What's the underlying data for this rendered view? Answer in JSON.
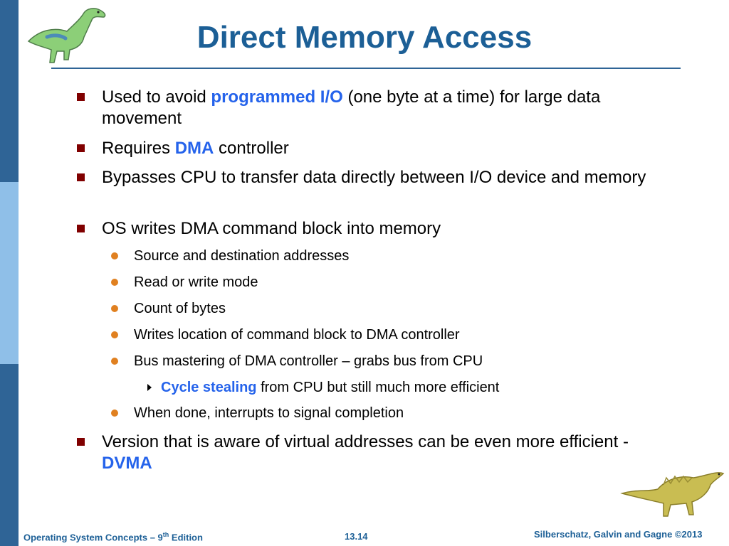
{
  "slide": {
    "title": "Direct Memory Access",
    "bullets": [
      {
        "level": 1,
        "before": "Used to avoid ",
        "highlight": "programmed I/O",
        "after": " (one byte at a time) for large data movement"
      },
      {
        "level": 1,
        "before": "Requires ",
        "highlight": "DMA",
        "after": " controller"
      },
      {
        "level": 1,
        "before": "Bypasses CPU to transfer data directly between I/O device and memory",
        "highlight": "",
        "after": ""
      },
      {
        "level": 1,
        "before": "OS writes DMA command block into memory",
        "highlight": "",
        "after": ""
      },
      {
        "level": 2,
        "before": "Source and destination addresses",
        "highlight": "",
        "after": ""
      },
      {
        "level": 2,
        "before": "Read or write mode",
        "highlight": "",
        "after": ""
      },
      {
        "level": 2,
        "before": "Count of bytes",
        "highlight": "",
        "after": ""
      },
      {
        "level": 2,
        "before": "Writes location of command block to DMA controller",
        "highlight": "",
        "after": ""
      },
      {
        "level": 2,
        "before": "Bus mastering of DMA controller – grabs bus from CPU",
        "highlight": "",
        "after": ""
      },
      {
        "level": 3,
        "before": "",
        "highlight": "Cycle stealing",
        "after": " from CPU but still much more efficient"
      },
      {
        "level": 2,
        "before": "When done, interrupts to signal completion",
        "highlight": "",
        "after": ""
      },
      {
        "level": 1,
        "before": "Version that is aware of virtual addresses can be even more efficient - ",
        "highlight": "DVMA",
        "after": ""
      }
    ]
  },
  "footer": {
    "book_prefix": "Operating System Concepts – 9",
    "book_sup": "th",
    "book_suffix": " Edition",
    "page_number": "13.14",
    "copyright": "Silberschatz, Galvin and Gagne ©2013"
  },
  "colors": {
    "title": "#1c5f96",
    "highlight": "#2563eb",
    "bullet_square": "#800000",
    "bullet_dot": "#e08020",
    "sidebar_dark": "#2f6496",
    "sidebar_light": "#8fbfe8"
  },
  "icons": [
    "dinosaur-icon",
    "dinosaur-crawling-icon"
  ]
}
